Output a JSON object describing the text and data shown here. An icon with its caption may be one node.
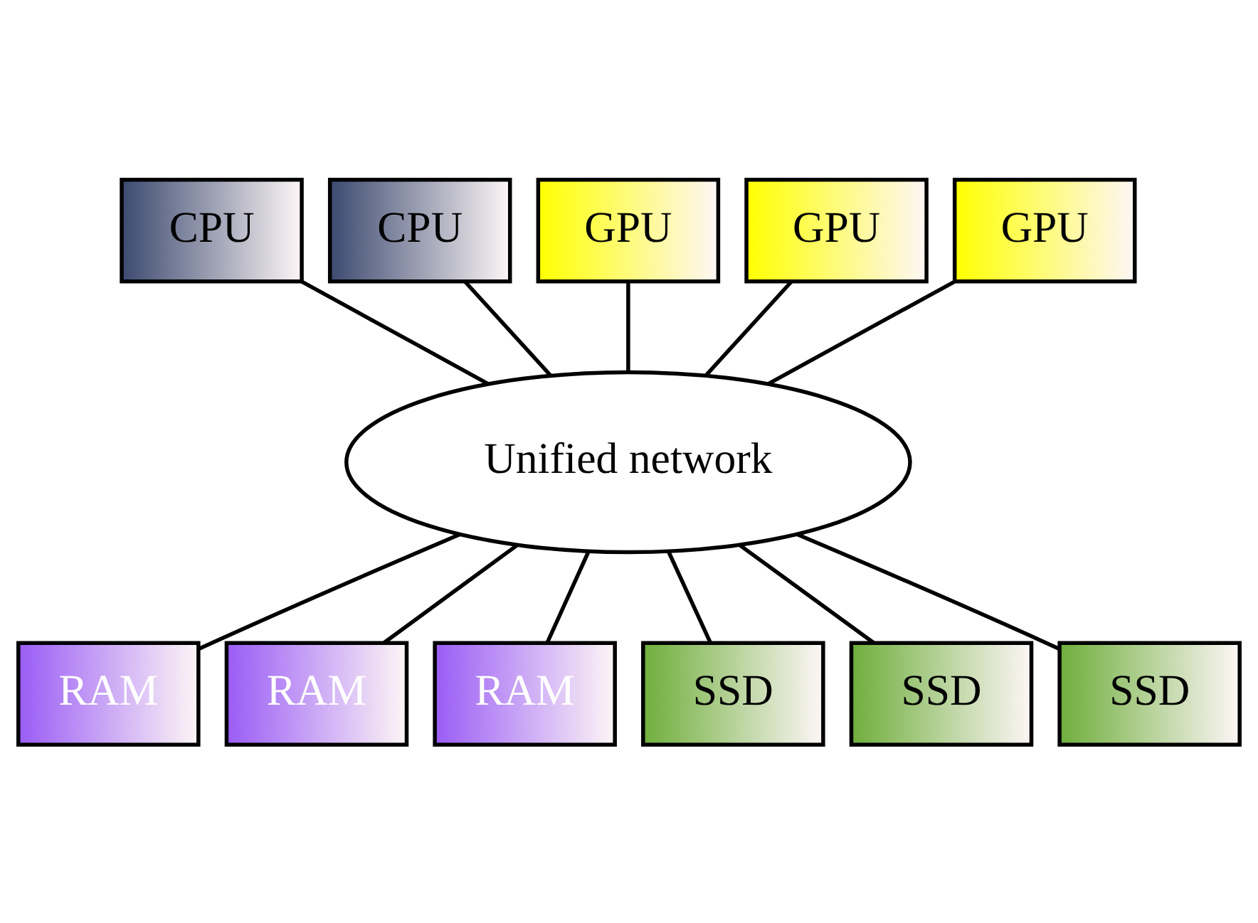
{
  "diagram": {
    "nodes": [
      {
        "text": [
          "CPU"
        ]
      },
      {
        "text": [
          "CPU"
        ]
      },
      {
        "text": [
          "GPU"
        ]
      },
      {
        "text": [
          "GPU"
        ]
      },
      {
        "text": [
          "GPU"
        ]
      },
      {
        "text": [
          "Unified network"
        ]
      },
      {
        "text": [
          "RAM"
        ]
      },
      {
        "text": [
          "RAM"
        ]
      },
      {
        "text": [
          "RAM"
        ]
      },
      {
        "text": [
          "SSD"
        ]
      },
      {
        "text": [
          "SSD"
        ]
      },
      {
        "text": [
          "SSD"
        ]
      }
    ],
    "edges": [
      {
        "from": 0,
        "to": 5,
        "arrow": "none"
      },
      {
        "from": 1,
        "to": 5,
        "arrow": "none"
      },
      {
        "from": 2,
        "to": 5,
        "arrow": "none"
      },
      {
        "from": 3,
        "to": 5,
        "arrow": "none"
      },
      {
        "from": 4,
        "to": 5,
        "arrow": "none"
      },
      {
        "from": 5,
        "to": 6,
        "arrow": "none"
      },
      {
        "from": 5,
        "to": 7,
        "arrow": "none"
      },
      {
        "from": 5,
        "to": 8,
        "arrow": "none"
      },
      {
        "from": 5,
        "to": 9,
        "arrow": "none"
      },
      {
        "from": 5,
        "to": 10,
        "arrow": "none"
      },
      {
        "from": 5,
        "to": 11,
        "arrow": "none"
      }
    ]
  }
}
